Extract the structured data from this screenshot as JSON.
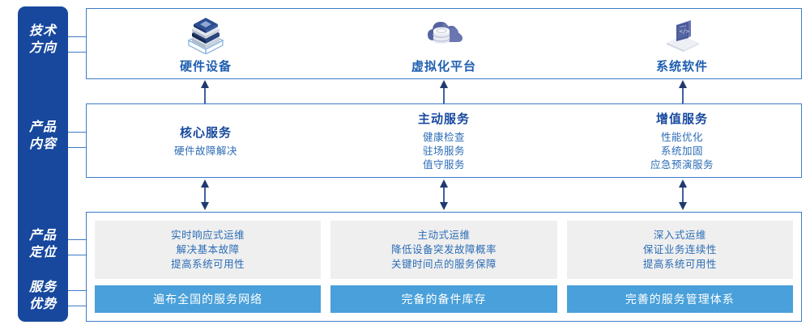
{
  "colors": {
    "rail_bg": "#17489E",
    "border_blue": "#3C7BC8",
    "title_blue": "#17489E",
    "text_blue": "#2B6CB5",
    "card_gray": "#EFEFEF",
    "advantage_blue": "#49A0DA",
    "white": "#FFFFFF"
  },
  "rail": {
    "items": [
      {
        "name": "tech-direction",
        "lines": [
          "技术",
          "方向"
        ]
      },
      {
        "name": "product-content",
        "lines": [
          "产品",
          "内容"
        ]
      },
      {
        "name": "product-positioning",
        "lines": [
          "产品",
          "定位"
        ]
      },
      {
        "name": "service-advantage",
        "lines": [
          "服务",
          "优势"
        ]
      }
    ]
  },
  "tech_direction": {
    "items": [
      {
        "icon": "server-stack-icon",
        "label": "硬件设备"
      },
      {
        "icon": "cloud-database-icon",
        "label": "虚拟化平台"
      },
      {
        "icon": "laptop-code-icon",
        "label": "系统软件"
      }
    ]
  },
  "product_content": {
    "columns": [
      {
        "title": "核心服务",
        "items": [
          "硬件故障解决"
        ]
      },
      {
        "title": "主动服务",
        "items": [
          "健康检查",
          "驻场服务",
          "值守服务"
        ]
      },
      {
        "title": "增值服务",
        "items": [
          "性能优化",
          "系统加固",
          "应急预演服务"
        ]
      }
    ]
  },
  "product_positioning": {
    "columns": [
      {
        "lines": [
          "实时响应式运维",
          "解决基本故障",
          "提高系统可用性"
        ],
        "advantage": "遍布全国的服务网络"
      },
      {
        "lines": [
          "主动式运维",
          "降低设备突发故障概率",
          "关键时间点的服务保障"
        ],
        "advantage": "完备的备件库存"
      },
      {
        "lines": [
          "深入式运维",
          "保证业务连续性",
          "提高系统可用性"
        ],
        "advantage": "完善的服务管理体系"
      }
    ]
  },
  "arrows": {
    "up_arrow_icon": "arrow-up-icon",
    "updown_arrow_icon": "arrow-up-down-icon"
  }
}
